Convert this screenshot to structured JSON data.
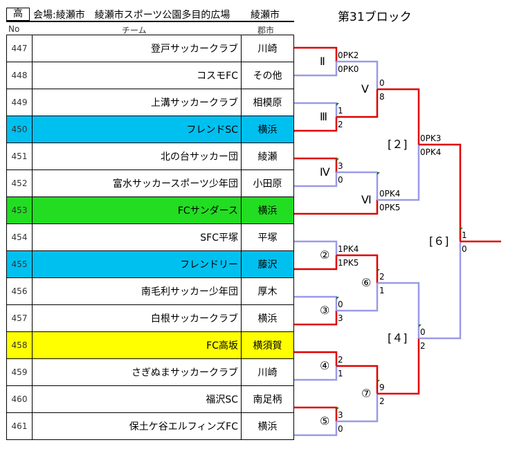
{
  "header": {
    "category": "高",
    "venue": "会場:綾瀬市　綾瀬市スポーツ公園多目的広場",
    "venue_city": "綾瀬市",
    "block_title": "第31ブロック",
    "col_no": "No",
    "col_team": "チーム",
    "col_city": "郡市"
  },
  "teams": [
    {
      "no": "447",
      "name": "登戸サッカークラブ",
      "city": "川崎",
      "color": ""
    },
    {
      "no": "448",
      "name": "コスモFC",
      "city": "その他",
      "color": ""
    },
    {
      "no": "449",
      "name": "上溝サッカークラブ",
      "city": "相模原",
      "color": ""
    },
    {
      "no": "450",
      "name": "フレンドSC",
      "city": "横浜",
      "color": "cyan"
    },
    {
      "no": "451",
      "name": "北の台サッカー団",
      "city": "綾瀬",
      "color": ""
    },
    {
      "no": "452",
      "name": "富水サッカースポーツ少年団",
      "city": "小田原",
      "color": ""
    },
    {
      "no": "453",
      "name": "FCサンダース",
      "city": "横浜",
      "color": "green"
    },
    {
      "no": "454",
      "name": "SFC平塚",
      "city": "平塚",
      "color": ""
    },
    {
      "no": "455",
      "name": "フレンドリー",
      "city": "藤沢",
      "color": "cyan"
    },
    {
      "no": "456",
      "name": "南毛利サッカー少年団",
      "city": "厚木",
      "color": ""
    },
    {
      "no": "457",
      "name": "白根サッカークラブ",
      "city": "横浜",
      "color": ""
    },
    {
      "no": "458",
      "name": "FC高坂",
      "city": "横須賀",
      "color": "yellow"
    },
    {
      "no": "459",
      "name": "さぎぬまサッカークラブ",
      "city": "川崎",
      "color": ""
    },
    {
      "no": "460",
      "name": "福沢SC",
      "city": "南足柄",
      "color": ""
    },
    {
      "no": "461",
      "name": "保土ケ谷エルフィンズFC",
      "city": "横浜",
      "color": ""
    }
  ],
  "rounds": {
    "r1": "Ⅱ",
    "r2": "Ⅲ",
    "r3": "Ⅳ",
    "r4": "Ⅴ",
    "r5": "Ⅵ",
    "r6": "②",
    "r7": "③",
    "r8": "④",
    "r9": "⑤",
    "r10": "⑥",
    "r11": "⑦",
    "r12": "[２]",
    "r13": "[４]",
    "r14": "[６]"
  },
  "scores": {
    "m2_top": "0PK2",
    "m2_bot": "0PK0",
    "m3_top": "1",
    "m3_bot": "2",
    "m4_top": "3",
    "m4_bot": "0",
    "m5_top": "0",
    "m5_bot": "8",
    "m6_top": "0PK4",
    "m6_bot": "0PK5",
    "m2c_top": "1PK4",
    "m2c_bot": "1PK5",
    "m3c_top": "0",
    "m3c_bot": "3",
    "m4c_top": "2",
    "m4c_bot": "1",
    "m5c_top": "3",
    "m5c_bot": "0",
    "m6c_top": "2",
    "m6c_bot": "1",
    "m7c_top": "9",
    "m7c_bot": "2",
    "s2_top": "0PK3",
    "s2_bot": "0PK4",
    "s4_top": "0",
    "s4_bot": "2",
    "f_top": "1",
    "f_bot": "0"
  },
  "colors": {
    "win": "#e00000",
    "lose": "#9a9ae8",
    "cyan": "#00c0f0",
    "green": "#22dd22",
    "yellow": "#ffff00",
    "marker": "#008000"
  }
}
